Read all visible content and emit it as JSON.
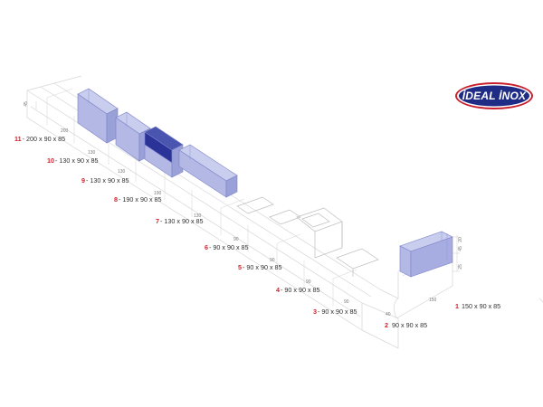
{
  "brand": {
    "logo_text": "İDEAL İNOX",
    "logo_color": "#1f2c86",
    "logo_ring": "#c8202d"
  },
  "colors": {
    "unit_fill": "#b7bde6",
    "unit_fill_dark": "#8f97d9",
    "unit_highlight": "#2a3498",
    "line": "#cfcfcf"
  },
  "labels": [
    {
      "num": "11",
      "text": "- 200 x 90 x 85"
    },
    {
      "num": "10",
      "text": "- 130 x 90 x 85"
    },
    {
      "num": "9",
      "text": "- 130 x 90 x 85"
    },
    {
      "num": "8",
      "text": "- 190 x 90 x 85"
    },
    {
      "num": "7",
      "text": "- 130 x 90 x 85"
    },
    {
      "num": "6",
      "text": "- 90 x 90 x 85"
    },
    {
      "num": "5",
      "text": "- 90 x 90 x 85"
    },
    {
      "num": "4",
      "text": "- 90 x 90 x 85"
    },
    {
      "num": "3",
      "text": "- 90 x 90 x 85"
    },
    {
      "num": "2",
      "text": "90 x 90 x 85"
    },
    {
      "num": "1",
      "text": "150 x 90 x 85"
    }
  ],
  "dimensions": [
    {
      "text": "45"
    },
    {
      "text": "200"
    },
    {
      "text": "130"
    },
    {
      "text": "130"
    },
    {
      "text": "190"
    },
    {
      "text": "130"
    },
    {
      "text": "90"
    },
    {
      "text": "90"
    },
    {
      "text": "90"
    },
    {
      "text": "90"
    },
    {
      "text": "40"
    },
    {
      "text": "150"
    },
    {
      "text": "20"
    },
    {
      "text": "45"
    },
    {
      "text": "25"
    }
  ]
}
